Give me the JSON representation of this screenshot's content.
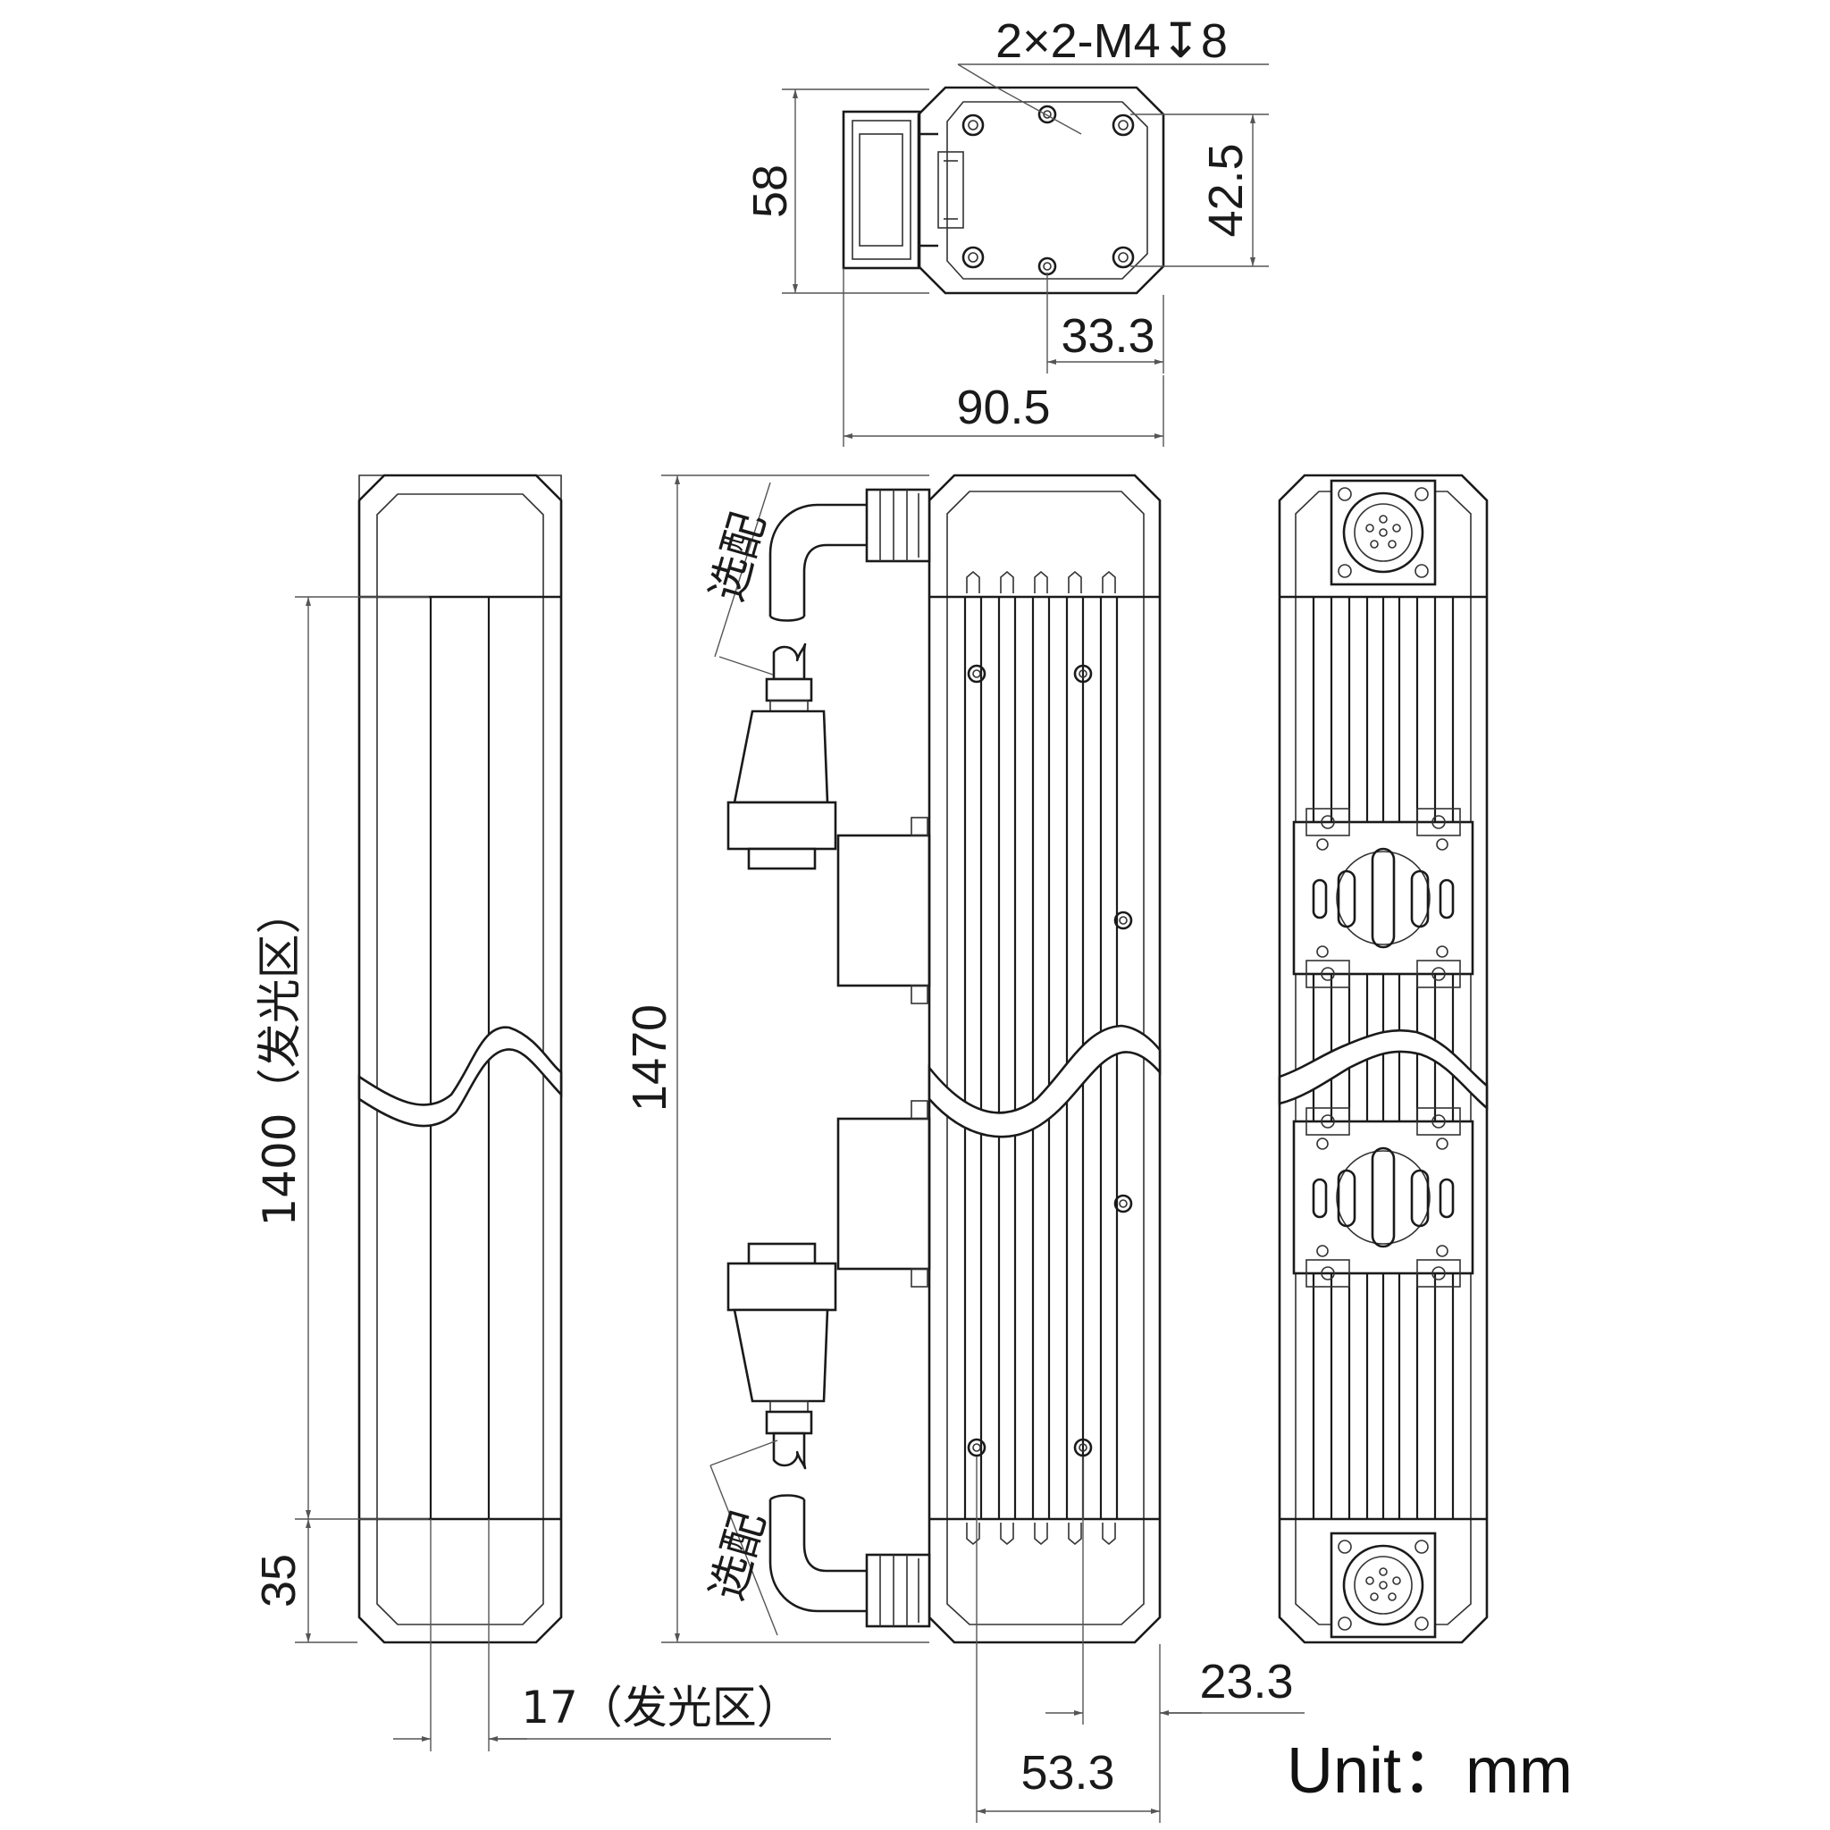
{
  "drawing": {
    "unit_label": "Unit：mm",
    "optional_label": "选配",
    "dimensions": {
      "hole_callout": "2×2-M4↧8",
      "height_58": "58",
      "hole_spacing_42_5": "42.5",
      "offset_33_3": "33.3",
      "width_90_5": "90.5",
      "total_length_1470": "1470",
      "emitting_length_1400": "1400（发光区）",
      "end_35": "35",
      "emitting_width_17": "17（发光区）",
      "offset_23_3": "23.3",
      "offset_53_3": "53.3"
    }
  }
}
